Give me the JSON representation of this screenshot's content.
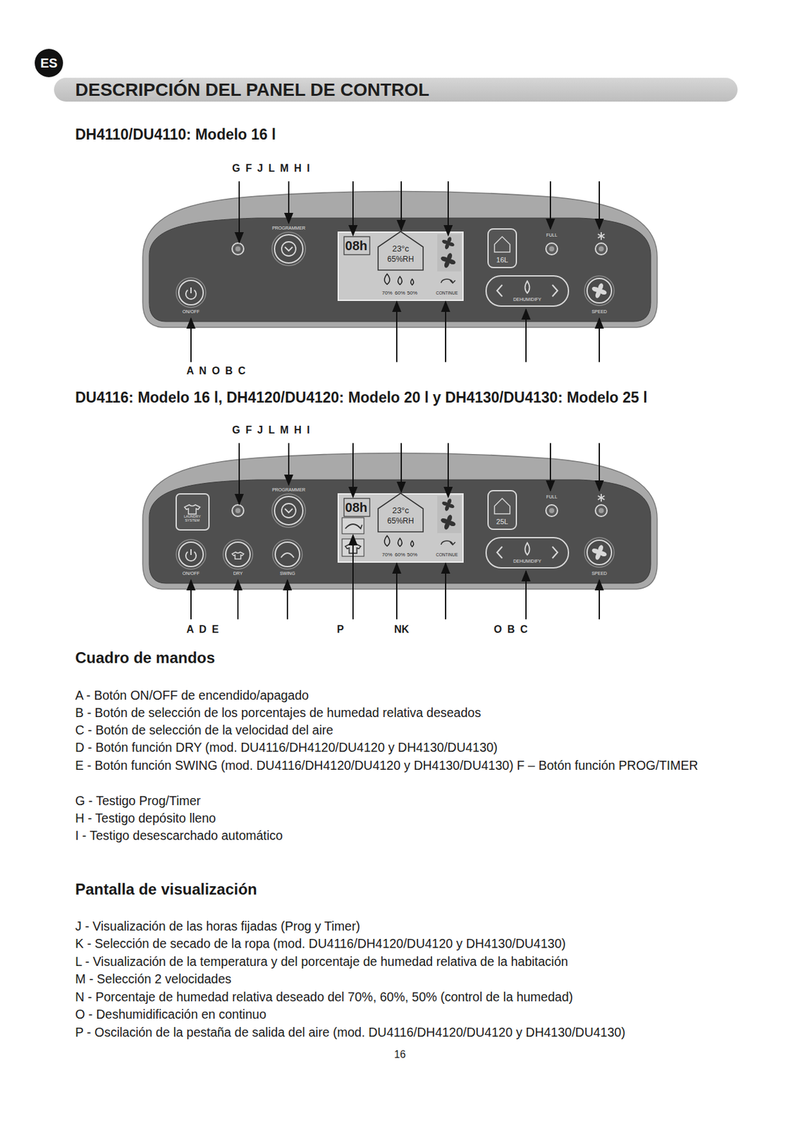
{
  "diagram": {
    "title": "DESCRIPCIÓN DEL PANEL DE CONTROL",
    "nodes": [
      {
        "text": [
          "ES"
        ]
      }
    ],
    "labels": [
      "DH4110/DU4110: Modelo 16 l",
      "G F J L M H I",
      "PROGRAMMER",
      "08h",
      "23°c",
      "65%RH",
      "70%",
      "60%",
      "50%",
      "CONTINUE",
      "16L",
      "FULL",
      "ON/OFF",
      "DEHUMIDIFY",
      "SPEED",
      "A N O B C",
      "DU4116: Modelo 16 l, DH4120/DU4120: Modelo 20 l y DH4130/DU4130: Modelo 25 l",
      "G F J L M H I",
      "LAUNDRY SYSTEM",
      "PROGRAMMER",
      "08h",
      "23°c",
      "65%RH",
      "70%",
      "60%",
      "50%",
      "CONTINUE",
      "25L",
      "FULL",
      "ON/OFF",
      "DRY",
      "SWING",
      "DEHUMIDIFY",
      "SPEED",
      "A D E",
      "P",
      "NK",
      "O B C",
      "Cuadro de mandos",
      "A - Botón ON/OFF de encendido/apagado",
      "B - Botón de selección de los porcentajes de humedad relativa deseados",
      "C - Botón de selección de la velocidad del aire",
      "D - Botón función DRY (mod. DU4116/DH4120/DU4120 y DH4130/DU4130)",
      "E - Botón función SWING (mod. DU4116/DH4120/DU4120 y DH4130/DU4130) F – Botón función PROG/TIMER",
      "G - Testigo Prog/Timer",
      "H - Testigo depósito lleno",
      "I - Testigo desescarchado automático",
      "Pantalla de visualización",
      "J - Visualización de las horas fijadas (Prog y Timer)",
      "K - Selección de secado de la ropa (mod. DU4116/DH4120/DU4120 y DH4130/DU4130)",
      "L - Visualización de la temperatura y del porcentaje de humedad relativa de la habitación",
      "M - Selección 2 velocidades",
      "N - Porcentaje de humedad relativa deseado del 70%, 60%, 50% (control de la humedad)",
      "O - Deshumidificación en continuo",
      "P - Oscilación de la pestaña de salida del aire (mod. DU4116/DH4120/DU4120 y DH4130/DU4130)",
      "16"
    ]
  }
}
